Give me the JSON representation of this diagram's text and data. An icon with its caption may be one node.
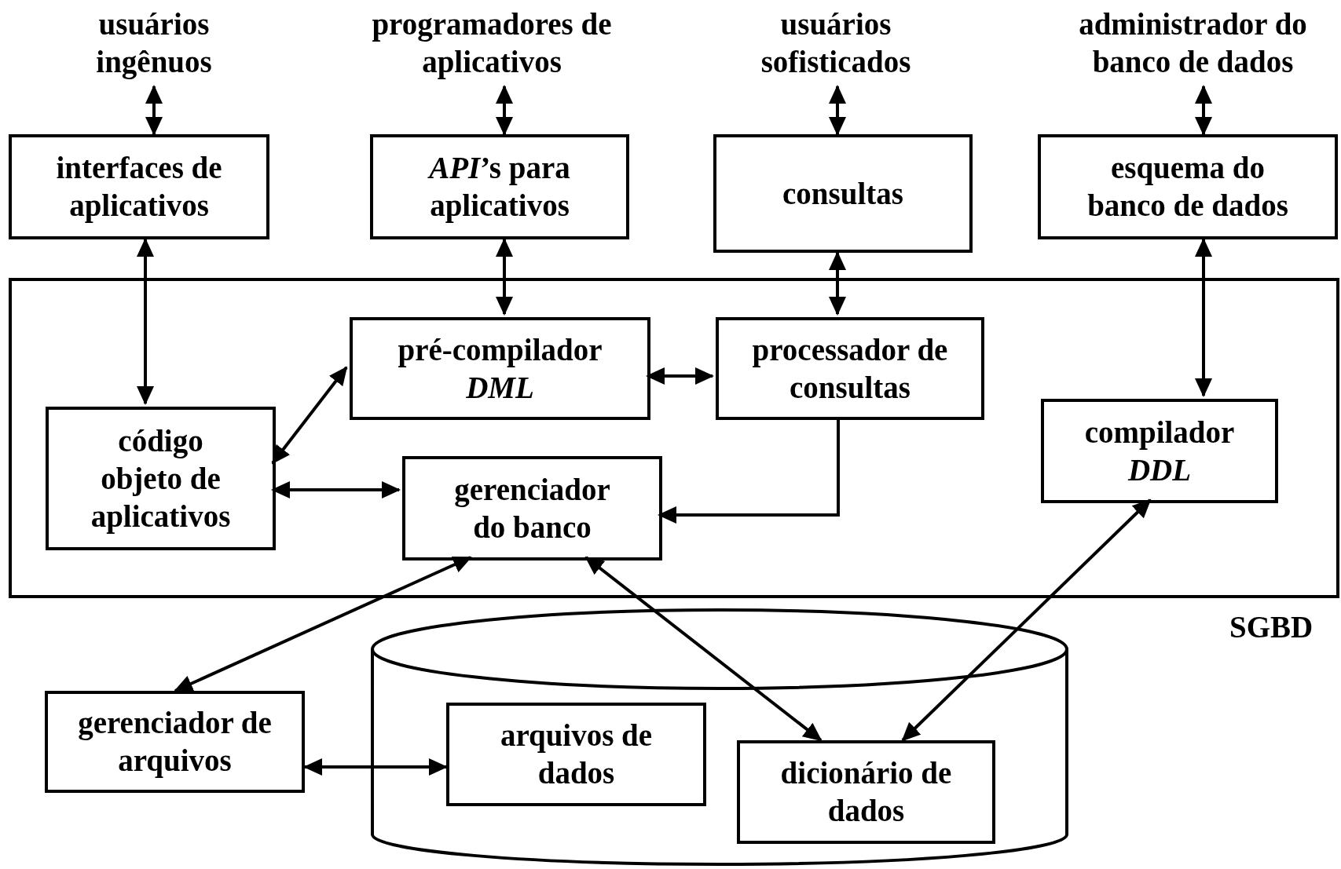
{
  "diagram": {
    "nodes": [
      {
        "text": [
          "usuários ingênuos"
        ]
      },
      {
        "text": [
          "programadores de aplicativos"
        ]
      },
      {
        "text": [
          "usuários sofisticados"
        ]
      },
      {
        "text": [
          "administrador do banco de dados"
        ]
      },
      {
        "text": [
          "interfaces de aplicativos"
        ]
      },
      {
        "text": [
          "*API*’s para aplicativos"
        ]
      },
      {
        "text": [
          "consultas"
        ]
      },
      {
        "text": [
          "esquema do banco de dados"
        ]
      },
      {
        "text": [],
        "shape": "box"
      },
      {
        "text": [
          "pré-compilador *DML*"
        ],
        "in": 8
      },
      {
        "text": [
          "processador de consultas"
        ],
        "in": 8
      },
      {
        "text": [
          "código objeto de aplicativos"
        ],
        "in": 8
      },
      {
        "text": [
          "gerenciador do banco"
        ],
        "in": 8
      },
      {
        "text": [
          "compilador *DDL*"
        ],
        "in": 8
      },
      {
        "text": [
          "gerenciador de arquivos"
        ]
      },
      {
        "text": [],
        "shape": "cylinder"
      },
      {
        "text": [
          "arquivos de dados"
        ],
        "in": 15
      },
      {
        "text": [
          "dicionário de dados"
        ],
        "in": 15
      }
    ],
    "edges": [
      {
        "from": 0,
        "to": 4,
        "arrow": "both"
      },
      {
        "from": 1,
        "to": 5,
        "arrow": "both"
      },
      {
        "from": 2,
        "to": 6,
        "arrow": "both"
      },
      {
        "from": 3,
        "to": 7,
        "arrow": "both"
      },
      {
        "from": 4,
        "to": 11,
        "arrow": "both"
      },
      {
        "from": 5,
        "to": 9,
        "arrow": "both"
      },
      {
        "from": 6,
        "to": 10,
        "arrow": "both"
      },
      {
        "from": 7,
        "to": 13,
        "arrow": "both"
      },
      {
        "from": 11,
        "to": 9,
        "arrow": "both"
      },
      {
        "from": 9,
        "to": 10,
        "arrow": "both"
      },
      {
        "from": 11,
        "to": 12,
        "arrow": "both"
      },
      {
        "from": 10,
        "to": 12,
        "arrow": "to"
      },
      {
        "from": 12,
        "to": 14,
        "arrow": "both"
      },
      {
        "from": 12,
        "to": 17,
        "arrow": "both"
      },
      {
        "from": 13,
        "to": 17,
        "arrow": "both"
      },
      {
        "from": 14,
        "to": 16,
        "arrow": "both"
      }
    ],
    "labels": [
      "SGBD"
    ]
  }
}
